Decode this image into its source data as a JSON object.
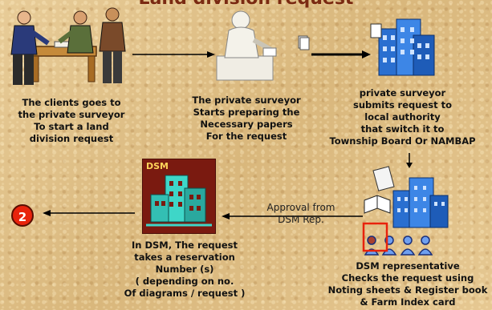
{
  "header": {
    "title": "Land division request"
  },
  "steps": {
    "clients": {
      "lines": [
        "The clients goes to",
        "the private surveyor",
        "To start a land",
        "division  request"
      ]
    },
    "prepare": {
      "lines": [
        "The private surveyor",
        "Starts preparing the",
        "Necessary papers",
        "For the request"
      ]
    },
    "submit": {
      "lines": [
        "private surveyor",
        "submits request to",
        "local authority",
        "that switch it to",
        "Township Board Or NAMBAP"
      ]
    },
    "check": {
      "lines": [
        "DSM representative",
        "Checks the request using",
        "Noting sheets & Register book",
        "& Farm Index card"
      ]
    },
    "reserve": {
      "lines": [
        "In DSM, The request",
        "takes a reservation",
        "Number (s)",
        "( depending on no.",
        "Of diagrams / request )"
      ]
    }
  },
  "approval": {
    "lines": [
      "Approval from",
      "DSM Rep."
    ]
  },
  "dsm_tile": {
    "label": "DSM"
  },
  "next_step": {
    "number": "2"
  },
  "colors": {
    "background": "#e3c590",
    "accent": "#e8230c",
    "building": "#1e6fd0"
  }
}
